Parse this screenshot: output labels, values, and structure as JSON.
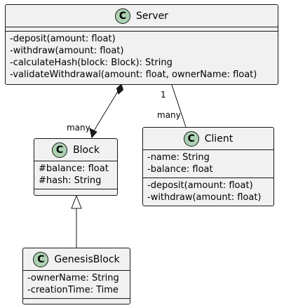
{
  "classes": {
    "server": {
      "glyph": "C",
      "name": "Server",
      "attributes": [],
      "methods": [
        "-deposit(amount: float)",
        "-withdraw(amount: float)",
        "-calculateHash(block: Block): String",
        "-validateWithdrawal(amount: float, ownerName: float)"
      ]
    },
    "block": {
      "glyph": "C",
      "name": "Block",
      "attributes": [
        "#balance: float",
        "#hash: String"
      ],
      "methods": []
    },
    "client": {
      "glyph": "C",
      "name": "Client",
      "attributes": [
        "-name: String",
        "-balance: float"
      ],
      "methods": [
        "-deposit(amount: float)",
        "-withdraw(amount: float)"
      ]
    },
    "genesis": {
      "glyph": "C",
      "name": "GenesisBlock",
      "attributes": [
        "-ownerName: String",
        "-creationTime: Time"
      ],
      "methods": []
    }
  },
  "relations": {
    "server_block": {
      "target_multiplicity": "many"
    },
    "server_client": {
      "source_multiplicity": "1",
      "target_multiplicity": "many"
    }
  }
}
